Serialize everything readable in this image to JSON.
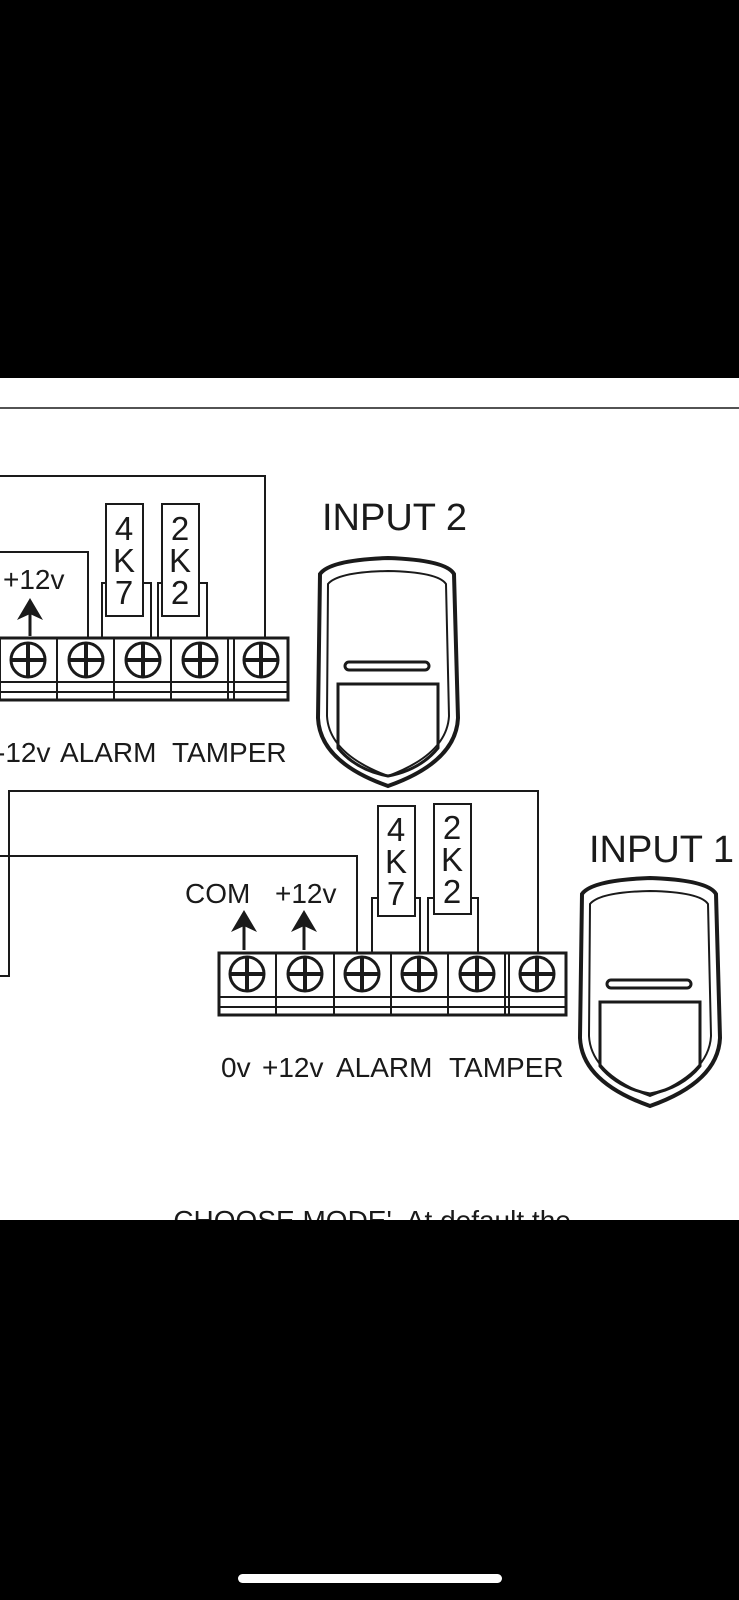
{
  "input2": {
    "title": "INPUT 2",
    "supply_label": "+12v",
    "resistor_4k7": [
      "4",
      "K",
      "7"
    ],
    "resistor_2k2": [
      "2",
      "K",
      "2"
    ],
    "terminal_labels": [
      "-12v",
      "ALARM",
      "TAMPER"
    ]
  },
  "input1": {
    "title": "INPUT 1",
    "com_label": "COM",
    "supply_label": "+12v",
    "resistor_4k7": [
      "4",
      "K",
      "7"
    ],
    "resistor_2k2": [
      "2",
      "K",
      "2"
    ],
    "terminal_labels": [
      "0v",
      "+12v",
      "ALARM",
      "TAMPER"
    ]
  },
  "caption_fragment": "...CHOOSE MODE'. At default the",
  "colors": {
    "ink": "#1a1a1a",
    "paper": "#ffffff",
    "frame": "#000000"
  }
}
